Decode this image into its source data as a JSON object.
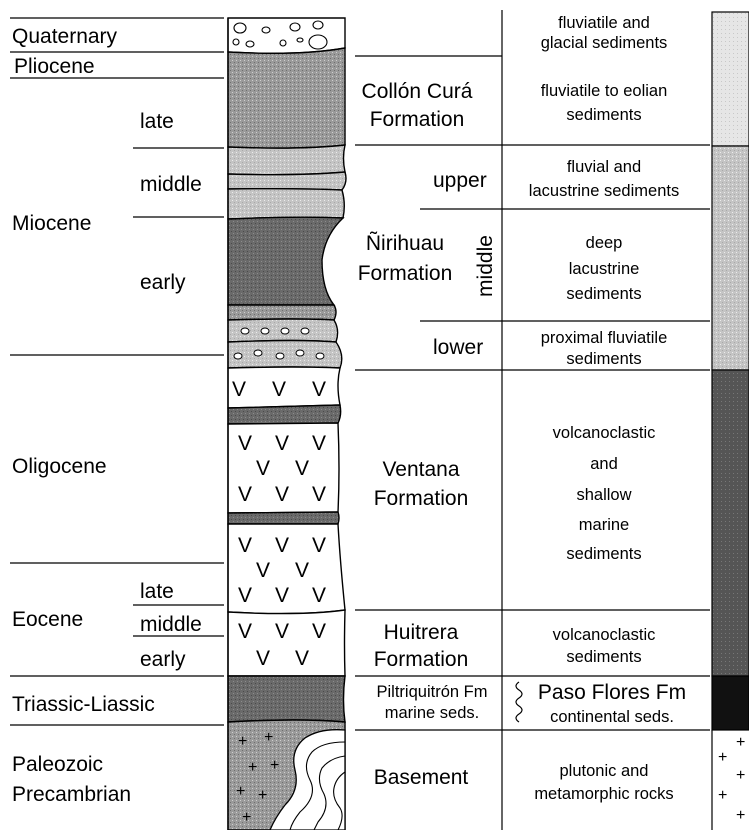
{
  "ages": {
    "quaternary": "Quaternary",
    "pliocene": "Pliocene",
    "miocene": "Miocene",
    "miocene_late": "late",
    "miocene_middle": "middle",
    "miocene_early": "early",
    "oligocene": "Oligocene",
    "eocene": "Eocene",
    "eocene_late": "late",
    "eocene_middle": "middle",
    "eocene_early": "early",
    "triassic_liassic": "Triassic-Liassic",
    "paleozoic": "Paleozoic",
    "precambrian": "Precambrian"
  },
  "formations": {
    "collon_cura_line1": "Collón Curá",
    "collon_cura_line2": "Formation",
    "nirihuau_line1": "Ñirihuau",
    "nirihuau_line2": "Formation",
    "nirihuau_upper": "upper",
    "nirihuau_middle": "middle",
    "nirihuau_lower": "lower",
    "ventana_line1": "Ventana",
    "ventana_line2": "Formation",
    "huitrera_line1": "Huitrera",
    "huitrera_line2": "Formation",
    "piltriquitron_line1": "Piltriquitrón Fm",
    "piltriquitron_line2": "marine seds.",
    "basement": "Basement"
  },
  "environments": {
    "e1_line1": "fluviatile and",
    "e1_line2": "glacial sediments",
    "e2_line1": "fluviatile to eolian",
    "e2_line2": "sediments",
    "e3_line1": "fluvial and",
    "e3_line2": "lacustrine sediments",
    "e4_line1": "deep",
    "e4_line2": "lacustrine",
    "e4_line3": "sediments",
    "e5_line1": "proximal fluviatile",
    "e5_line2": "sediments",
    "e6_line1": "volcanoclastic",
    "e6_line2": "and",
    "e6_line3": "shallow",
    "e6_line4": "marine",
    "e6_line5": "sediments",
    "e7_line1": "volcanoclastic",
    "e7_line2": "sediments",
    "e8_line1": "Paso Flores Fm",
    "e8_line2": "continental seds.",
    "e9_line1": "plutonic and",
    "e9_line2": "metamorphic rocks"
  },
  "symbols": {
    "volcanic": "V",
    "plutonic": "+"
  }
}
